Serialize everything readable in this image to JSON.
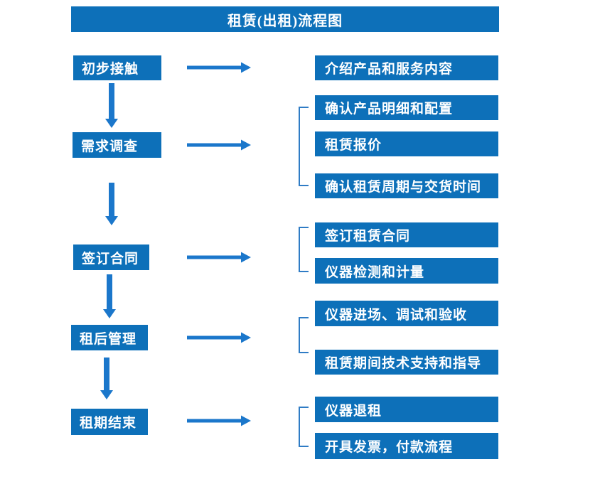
{
  "title": "租赁(出租)流程图",
  "colors": {
    "box_fill": "#0D70B9",
    "arrow": "#1B77CB",
    "bracket": "#2F7CC5",
    "text_color": "#FFFFFF",
    "background": "#FFFFFF"
  },
  "steps": [
    {
      "label": "初步接触",
      "details": [
        "介绍产品和服务内容"
      ]
    },
    {
      "label": "需求调查",
      "details": [
        "确认产品明细和配置",
        "租赁报价",
        "确认租赁周期与交货时间"
      ]
    },
    {
      "label": "签订合同",
      "details": [
        "签订租赁合同",
        "仪器检测和计量"
      ]
    },
    {
      "label": "租后管理",
      "details": [
        "仪器进场、调试和验收",
        "租赁期间技术支持和指导"
      ]
    },
    {
      "label": "租期结束",
      "details": [
        "仪器退租",
        "开具发票，付款流程"
      ]
    }
  ]
}
